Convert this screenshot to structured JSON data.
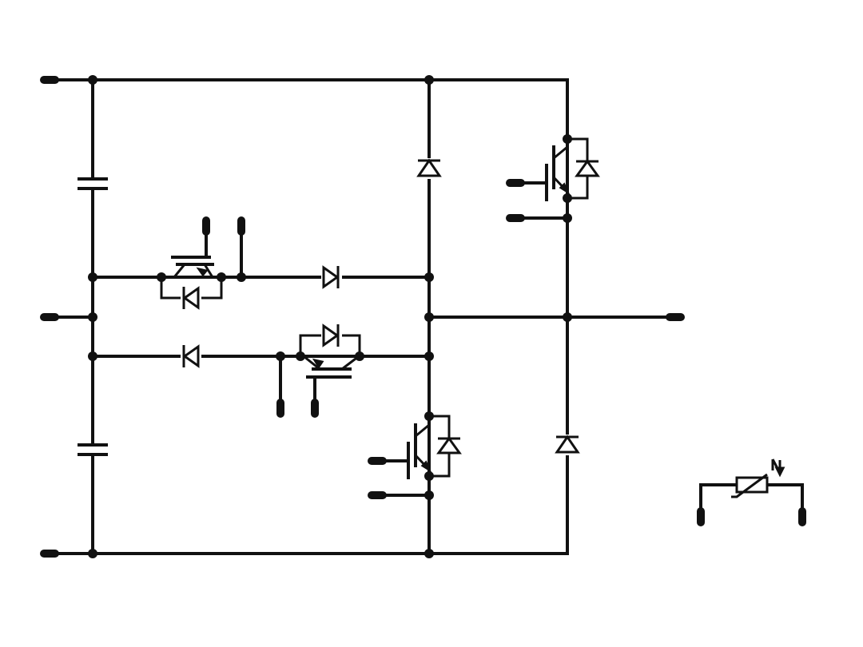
{
  "colors": {
    "line": "#111111",
    "background": "#ffffff"
  },
  "diagram": {
    "type": "three-level NPC power module schematic",
    "components": [
      {
        "name": "capacitor-upper",
        "kind": "capacitor"
      },
      {
        "name": "capacitor-lower",
        "kind": "capacitor"
      },
      {
        "name": "igbt-outer-top",
        "kind": "igbt-with-antiparallel-diode"
      },
      {
        "name": "igbt-outer-bottom",
        "kind": "igbt-with-antiparallel-diode"
      },
      {
        "name": "igbt-inner-upper",
        "kind": "igbt-with-antiparallel-diode"
      },
      {
        "name": "igbt-inner-lower",
        "kind": "igbt-with-antiparallel-diode"
      },
      {
        "name": "clamp-diode-upper",
        "kind": "diode"
      },
      {
        "name": "clamp-diode-lower",
        "kind": "diode"
      },
      {
        "name": "diode-mid-upper",
        "kind": "diode"
      },
      {
        "name": "diode-right-lower",
        "kind": "diode"
      },
      {
        "name": "ntc-thermistor",
        "kind": "thermistor"
      }
    ]
  }
}
